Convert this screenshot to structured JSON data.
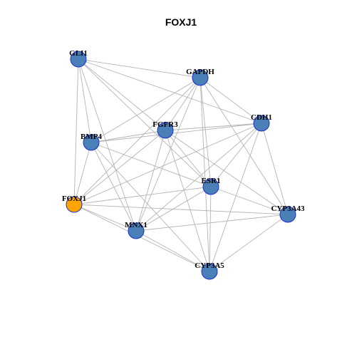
{
  "title": "FOXJ1",
  "colors": {
    "node_default": "#4a7fb8",
    "node_highlight": "#ffa500",
    "node_border": "#1a2fd0",
    "edge": "#b4b4b4"
  },
  "nodes": [
    {
      "id": "GLI1",
      "label": "GLI1",
      "highlight": false
    },
    {
      "id": "GAPDH",
      "label": "GAPDH",
      "highlight": false
    },
    {
      "id": "CDH1",
      "label": "CDH1",
      "highlight": false
    },
    {
      "id": "FGFR3",
      "label": "FGFR3",
      "highlight": false
    },
    {
      "id": "BMP4",
      "label": "BMP4",
      "highlight": false
    },
    {
      "id": "ESR1",
      "label": "ESR1",
      "highlight": false
    },
    {
      "id": "FOXJ1",
      "label": "FOXJ1",
      "highlight": true
    },
    {
      "id": "CYP3A43",
      "label": "CYP3A43",
      "highlight": false
    },
    {
      "id": "MNX1",
      "label": "MNX1",
      "highlight": false
    },
    {
      "id": "CYP3A5",
      "label": "CYP3A5",
      "highlight": false
    }
  ],
  "edges": [
    [
      "GLI1",
      "GAPDH"
    ],
    [
      "GLI1",
      "CDH1"
    ],
    [
      "GLI1",
      "FGFR3"
    ],
    [
      "GLI1",
      "BMP4"
    ],
    [
      "GLI1",
      "ESR1"
    ],
    [
      "GLI1",
      "FOXJ1"
    ],
    [
      "GLI1",
      "MNX1"
    ],
    [
      "GAPDH",
      "CDH1"
    ],
    [
      "GAPDH",
      "FGFR3"
    ],
    [
      "GAPDH",
      "BMP4"
    ],
    [
      "GAPDH",
      "ESR1"
    ],
    [
      "GAPDH",
      "FOXJ1"
    ],
    [
      "GAPDH",
      "CYP3A43"
    ],
    [
      "GAPDH",
      "MNX1"
    ],
    [
      "GAPDH",
      "CYP3A5"
    ],
    [
      "CDH1",
      "FGFR3"
    ],
    [
      "CDH1",
      "BMP4"
    ],
    [
      "CDH1",
      "ESR1"
    ],
    [
      "CDH1",
      "FOXJ1"
    ],
    [
      "CDH1",
      "CYP3A43"
    ],
    [
      "CDH1",
      "MNX1"
    ],
    [
      "CDH1",
      "CYP3A5"
    ],
    [
      "FGFR3",
      "BMP4"
    ],
    [
      "FGFR3",
      "ESR1"
    ],
    [
      "FGFR3",
      "FOXJ1"
    ],
    [
      "FGFR3",
      "CYP3A43"
    ],
    [
      "FGFR3",
      "MNX1"
    ],
    [
      "FGFR3",
      "CYP3A5"
    ],
    [
      "BMP4",
      "ESR1"
    ],
    [
      "BMP4",
      "FOXJ1"
    ],
    [
      "BMP4",
      "MNX1"
    ],
    [
      "BMP4",
      "CYP3A5"
    ],
    [
      "ESR1",
      "FOXJ1"
    ],
    [
      "ESR1",
      "CYP3A43"
    ],
    [
      "ESR1",
      "MNX1"
    ],
    [
      "ESR1",
      "CYP3A5"
    ],
    [
      "FOXJ1",
      "CYP3A43"
    ],
    [
      "FOXJ1",
      "MNX1"
    ],
    [
      "FOXJ1",
      "CYP3A5"
    ],
    [
      "CYP3A43",
      "MNX1"
    ],
    [
      "CYP3A43",
      "CYP3A5"
    ],
    [
      "MNX1",
      "CYP3A5"
    ]
  ]
}
